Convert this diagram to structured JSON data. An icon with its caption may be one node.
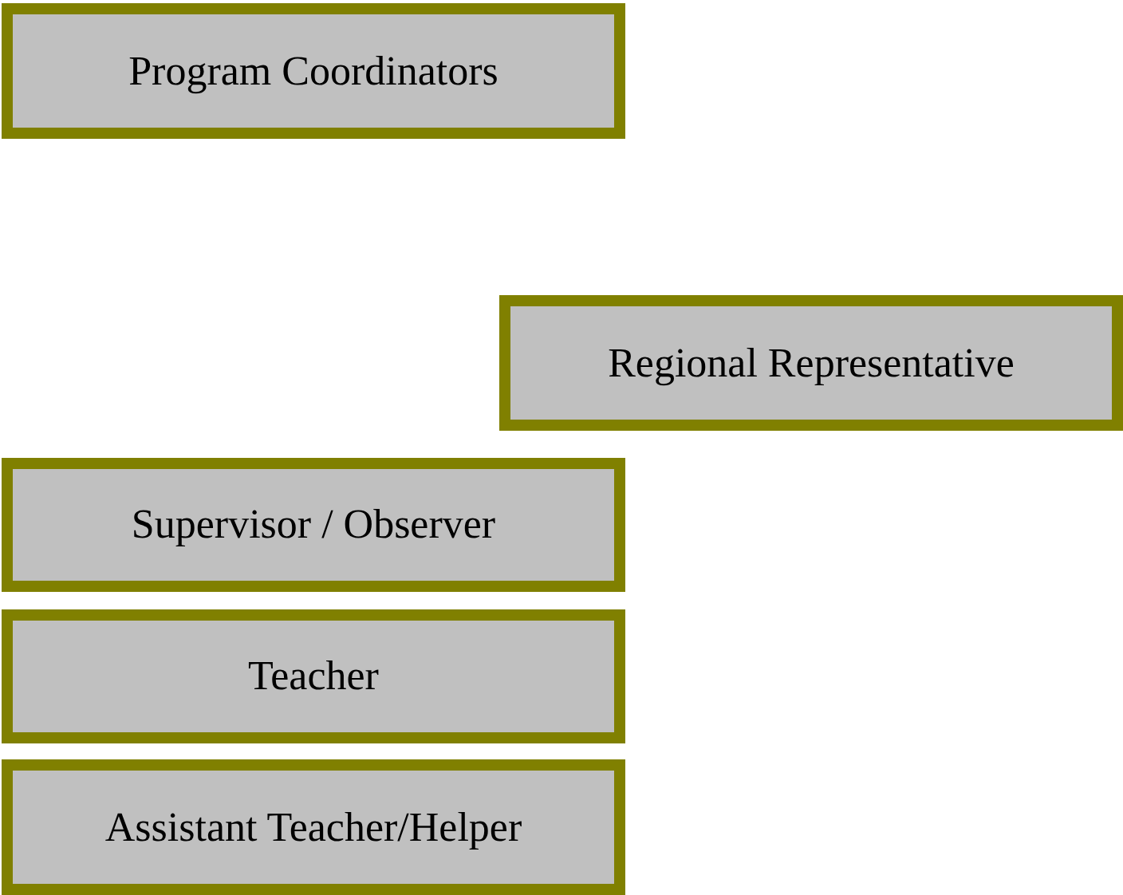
{
  "diagram": {
    "nodes": [
      {
        "text": [
          "Program Coordinators"
        ]
      },
      {
        "text": [
          "Regional Representative"
        ]
      },
      {
        "text": [
          "Supervisor / Observer"
        ]
      },
      {
        "text": [
          "Teacher"
        ]
      },
      {
        "text": [
          "Assistant Teacher/Helper"
        ]
      }
    ]
  }
}
